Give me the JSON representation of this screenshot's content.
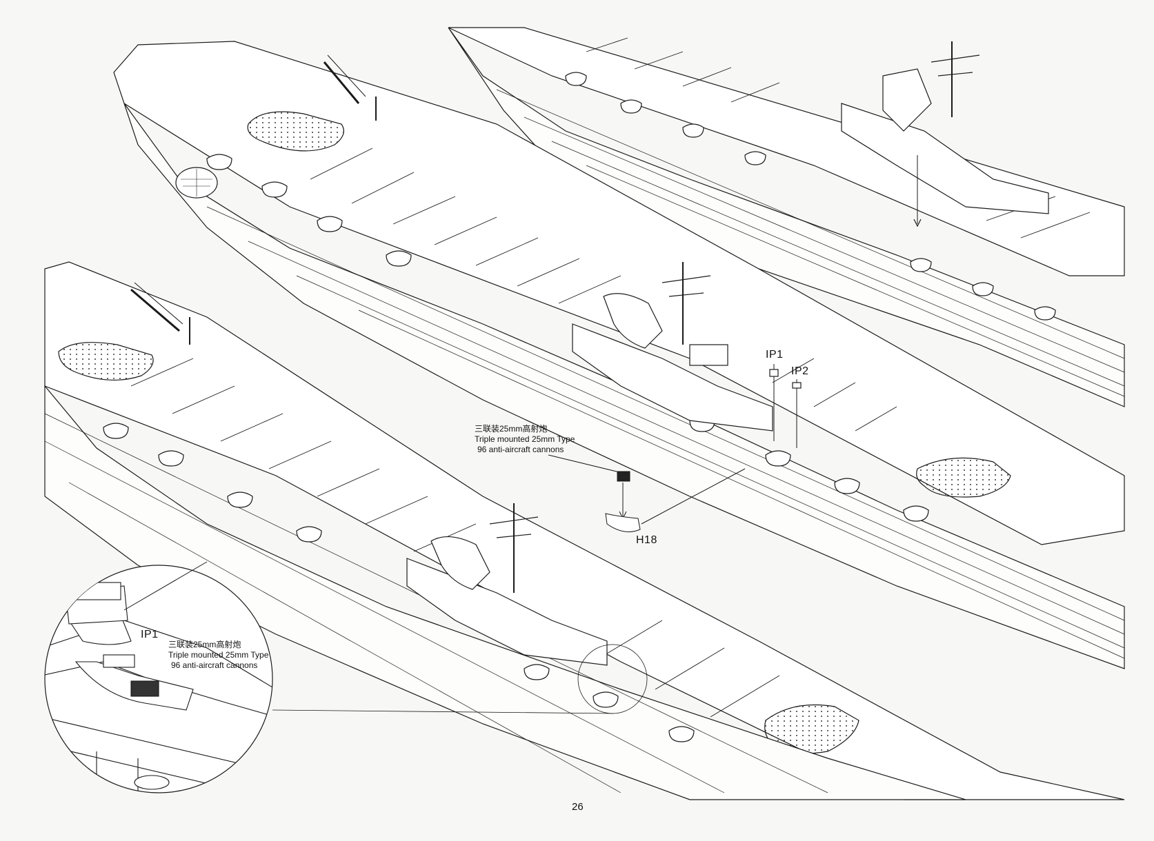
{
  "page": {
    "number": "26"
  },
  "callouts": {
    "main": {
      "chinese": "三联装25mm高射炮",
      "english_1": "Triple mounted 25mm Type",
      "english_2": "96 anti-aircraft cannons"
    },
    "inset": {
      "chinese": "三联装25mm高射炮",
      "english_1": "Triple mounted 25mm Type",
      "english_2": "96 anti-aircraft cannons"
    }
  },
  "parts": {
    "ip1_main": "IP1",
    "ip2_main": "IP2",
    "h18": "H18",
    "ip1_inset": "IP1"
  },
  "colors": {
    "ink": "#1a1a1a",
    "paper": "#f7f7f5",
    "deck": "#ffffff"
  },
  "icons": [
    "ship-hull",
    "flight-deck",
    "island-superstructure",
    "triple-25mm-aa-gun",
    "gun-shield"
  ]
}
